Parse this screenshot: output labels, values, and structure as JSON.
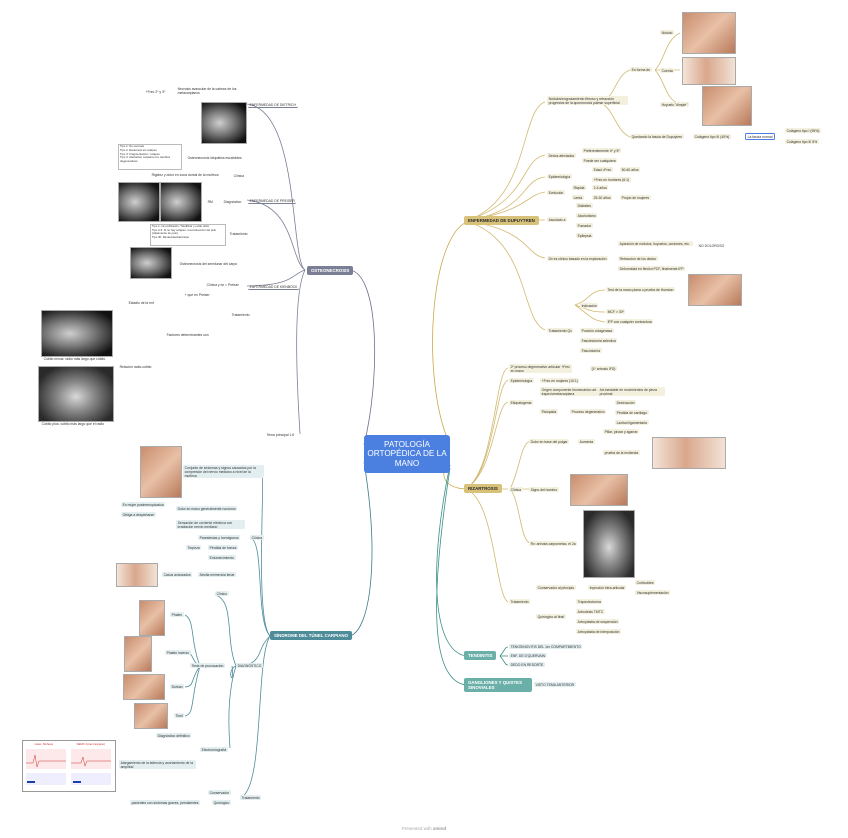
{
  "root": "PATOLOGÍA ORTOPÉDICA DE LA MANO",
  "footer": {
    "prefix": "Presented with",
    "brand": "xmind"
  },
  "colors": {
    "root": "#4b7fe0",
    "gold": "#d8c27a",
    "teal": "#6ab0a8",
    "blue": "#4f8c9a",
    "gray": "#7b7f95"
  },
  "dupuytren": {
    "title": "ENFERMEDAD DE DUPUYTREN",
    "def": "Nódulos/engrosamiento fibroso y retracción progresiva de la aponeurosis palmar superficial",
    "forma": "En forma de",
    "nodulo": "Nódulo",
    "cuerda": "Cuerda",
    "hoyuelo": "Hoyuelo \"dimple\"",
    "colageno": "Quedando la fascia de Dupuytren",
    "col3": "Colágeno tipo III (40%)",
    "fascia": "La fascia normal",
    "col1": "Colágeno tipo I (95%)",
    "col3b": "Colágeno tipo III 5%",
    "dedos": "Dedos afectados",
    "dedos1": "Preferentemente 4º y 5º",
    "dedos2": "Puede ser cualquiera",
    "epi": "Epidemiología",
    "epi1": "Edad >Frec",
    "epi1v": "50-60 años",
    "epi2": "+Frec en hombres (6:1)",
    "evol": "Evolución",
    "rapida": "Rápida",
    "rapidav": "2-4 años",
    "lenta": "Lenta",
    "lentav": "25-30 años",
    "lentaw": "Propio de mujeres",
    "asoc": "Asociado a",
    "asoc1": "Diabetes",
    "asoc2": "Alcoholismo",
    "asoc3": "Fumador",
    "asoc4": "Epilepsia",
    "dx": "Dx es clínico basado en la exploración",
    "dx1": "Aparición de nódulos, hoyuelos, cordones, etc.",
    "dx1b": "NO DOLOROSO",
    "dx2": "Retracción de los dedos",
    "dx3": "Deformidad en flexión PCF, finalmente IFP",
    "tto": "Tratamiento Qx",
    "ind": "Indicación",
    "ind1": "Test de la mano plana o prueba de Hueston",
    "ind2": "MCF > 30º",
    "ind3": "IFP con cualquier contractura",
    "tto2": "Punción colagenasa",
    "tto3": "Fasciectomía selectiva",
    "tto4": "Fasciotomía"
  },
  "rizartrosis": {
    "title": "RIZARTROSIS",
    "def": "2º proceso degenerativo articular +Frec en mano",
    "def2": "(1º artrosis IFD)",
    "epi": "Epidemiología",
    "epi1": "+Frec en mujeres (10:1)",
    "etio": "Etiopatogenia",
    "etio1": "Origen componente biomecánico art. trapeciometacarpiana",
    "etio1b": "Art.inestable en movimientos de pinza proximal",
    "fis": "Fisiopatía",
    "fis1": "Proceso degenerativo",
    "fis1a": "Destrucción",
    "fis1b": "Pérdida de cartílago",
    "fis1c": "Laxitud ligamentaria",
    "clin": "Clínica",
    "dolor": "Dolor en base del pulgar",
    "aumenta": "Aumenta",
    "aum1": "Pillar, pinzar y agarrar",
    "aum2": "prueba de la molienda",
    "hombro": "Signo del hombro",
    "rx": "Rx: artrosis carpometac. el 2a",
    "tto": "Tratamiento",
    "cons": "Conservador al principio",
    "cons1": "Inyección intra-articular",
    "cons1a": "Corticoides",
    "cons1b": "Viscosuplementación",
    "qx": "Quirúrgico al final",
    "qx1": "Trapeciectomía",
    "qx2": "Artrodesis TMTC",
    "qx3": "Artroplastia de suspensión",
    "qx4": "Artroplastia de interposición"
  },
  "tendinitis": {
    "title": "TENDINITIS",
    "items": [
      "TENOSINOVITIS DEL 1er COMPARTIMENTO",
      "ENF. DE D'QUERVAIN",
      "DEDO EN RESORTE"
    ]
  },
  "ganglion": {
    "title": "GANGLIONES Y QUISTES SINOVIALES",
    "item": "VISTO TEMA ANTERIOR"
  },
  "osteonecrosis": {
    "title": "OSTEONECROSIS",
    "dietrich": "ENFERMEDAD DE DIETRICH",
    "dietrich1": "Necrosis avascular de la cabeza de los metacarpianos",
    "dietrich2": "+Frec 2º y 3º",
    "preiser": "ENFERMEDAD DE PREISER",
    "pclin": "Clínica",
    "pclin1": "Osteonecrosis idiopática escafoides",
    "pclin2": "Rigidez y dolor en zona dorsal de la muñeca",
    "pdx": "Diagnóstico",
    "pdx1": "RM",
    "ptto": "Tratamiento",
    "ptipos": [
      "Tipo 1: No necrosis",
      "Tipo 2: Esclerosis sin colapso",
      "Tipo 3: Fragmentación / colapso",
      "Tipo 4: Afectación carpiana con cambios degenerativos"
    ],
    "ptto1": [
      "Tipo 1: Inmovilización / Modificar y evitar dolor",
      "Tipo 2-3: Si no hay colapso: reconstrucción del polo (tratamiento de polo)",
      "Tipo 3b: Revascularizar/carpo"
    ],
    "kienbock": "ENFERMEDAD DE KIENBÖCK",
    "k1": "Osteonecrosis del semilunar del carpo",
    "k2": "Clínica y dx = Preiser",
    "k3": "Tratamiento",
    "k3a": "+ que en Preiser",
    "k4": "Factores determinantes son",
    "k4a": "Estadio de la enf",
    "k4b": "Relación radio-cúbito",
    "cap1": "Cúbito minus: radio más largo que cúbito",
    "cap2": "Cúbito plus: cúbito más largo que el radio",
    "tema": "Tema principal 1.6"
  },
  "tunel": {
    "title": "SÍNDROME DEL TÚNEL CARPIANO",
    "def": "Conjunto de síntomas y signos causados por la compresión del nervio mediano a nivel de la muñeca",
    "clin": "Clínica",
    "c1": "Dolor en mano generalmente nocturno",
    "c1a": "En mujer postmenopáusica",
    "c1b": "Obliga a despertarse",
    "c2": "Sensación de corriente eléctrica con irradiación nervio mediano",
    "c3": "Parestesias y hormigueos",
    "c4": "Pérdida de fuerza",
    "c4a": "Torpeza",
    "c5": "Entumecimiento",
    "c6": "Atrofia eminencia tenar",
    "c6a": "Casos avanzados",
    "dx": "DIAGNÓSTICO",
    "dx0": "Clínico",
    "prov": "Tests de provocación",
    "phalen": "Phalen",
    "phalen2": "Phalen inverso",
    "durkan": "Durkan",
    "tinel": "Tinel",
    "def2": "Diagnóstico definitivo",
    "emg": "Electromiografía",
    "emg1": "Alargamiento de la latencia y acortamiento de la amplitud",
    "ecg_l": "Látex: Muñeca",
    "ecg_r": "NEMC (túnel carpiano)",
    "tto": "Tratamiento",
    "tto1": "Conservador",
    "tto2": "Quirúrgico",
    "tto2a": "pacientes con síntomas graves, persistentes"
  }
}
